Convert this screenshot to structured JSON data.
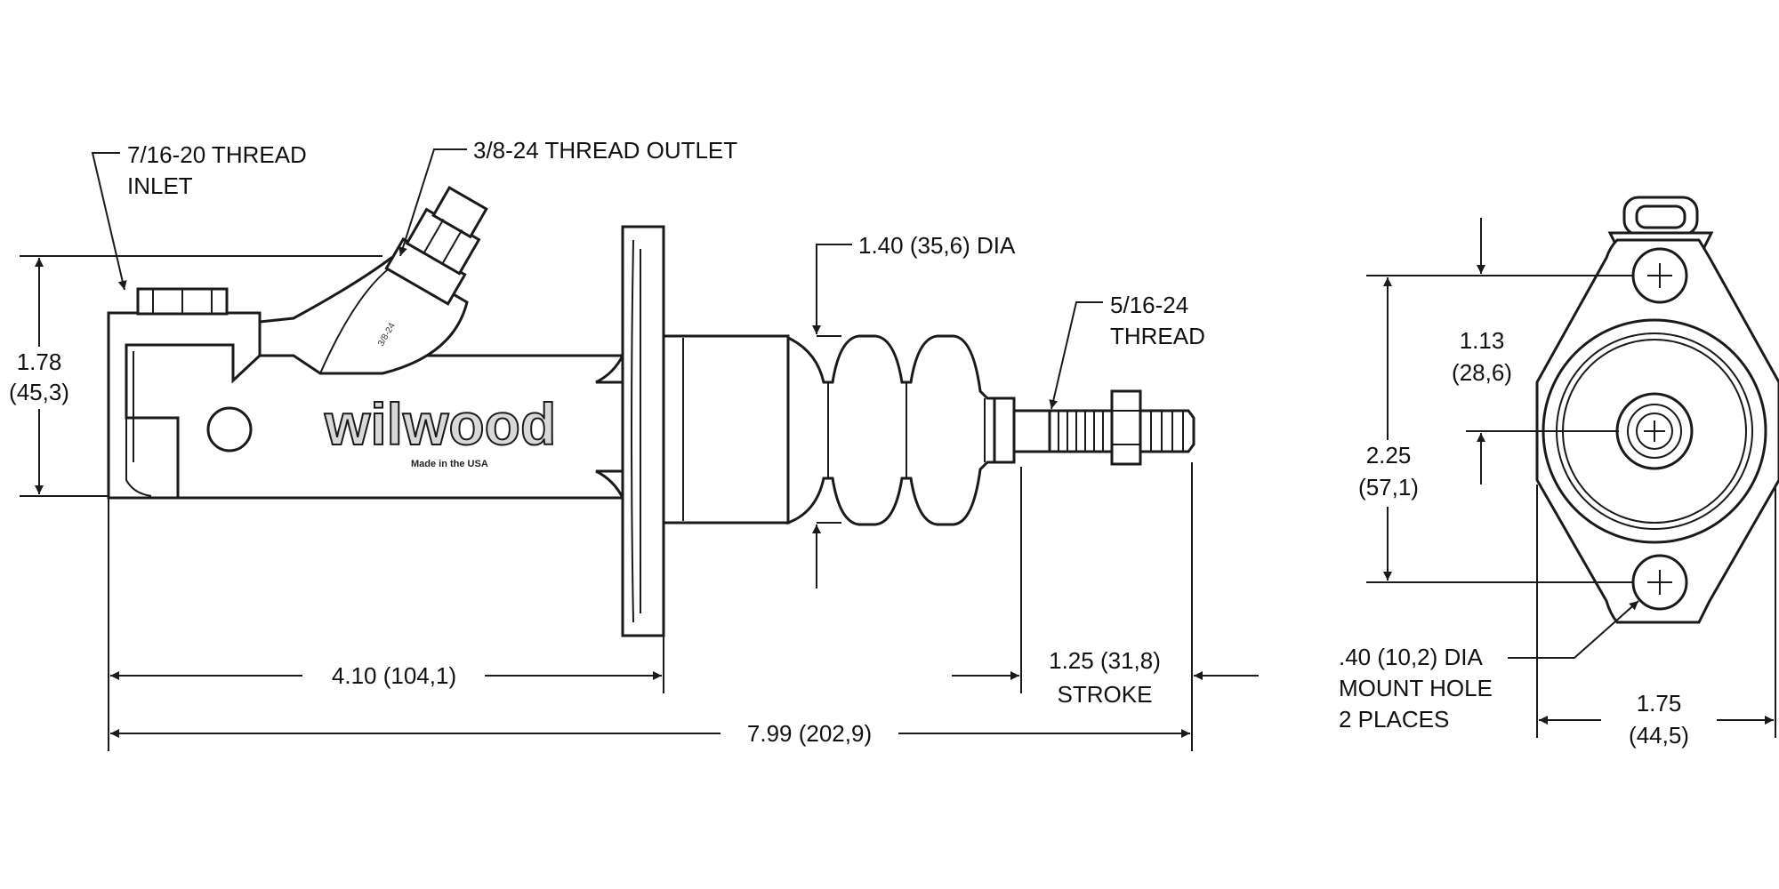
{
  "labels": {
    "inlet_l1": "7/16-20 THREAD",
    "inlet_l2": "INLET",
    "outlet": "3/8-24 THREAD OUTLET",
    "boot_dia": "1.40 (35,6) DIA",
    "rod_thread_l1": "5/16-24",
    "rod_thread_l2": "THREAD",
    "height_l1": "1.78",
    "height_l2": "(45,3)",
    "flange_len": "4.10 (104,1)",
    "overall_len": "7.99 (202,9)",
    "stroke_l1": "1.25 (31,8)",
    "stroke_l2": "STROKE",
    "center_l1": "1.13",
    "center_l2": "(28,6)",
    "holes_l1": "2.25",
    "holes_l2": "(57,1)",
    "mount_l1": ".40 (10,2) DIA",
    "mount_l2": "MOUNT HOLE",
    "mount_l3": "2 PLACES",
    "width_l1": "1.75",
    "width_l2": "(44,5)",
    "logo": "wilwood",
    "made_in": "Made in the USA",
    "fitting_mark": "3/8-24"
  }
}
